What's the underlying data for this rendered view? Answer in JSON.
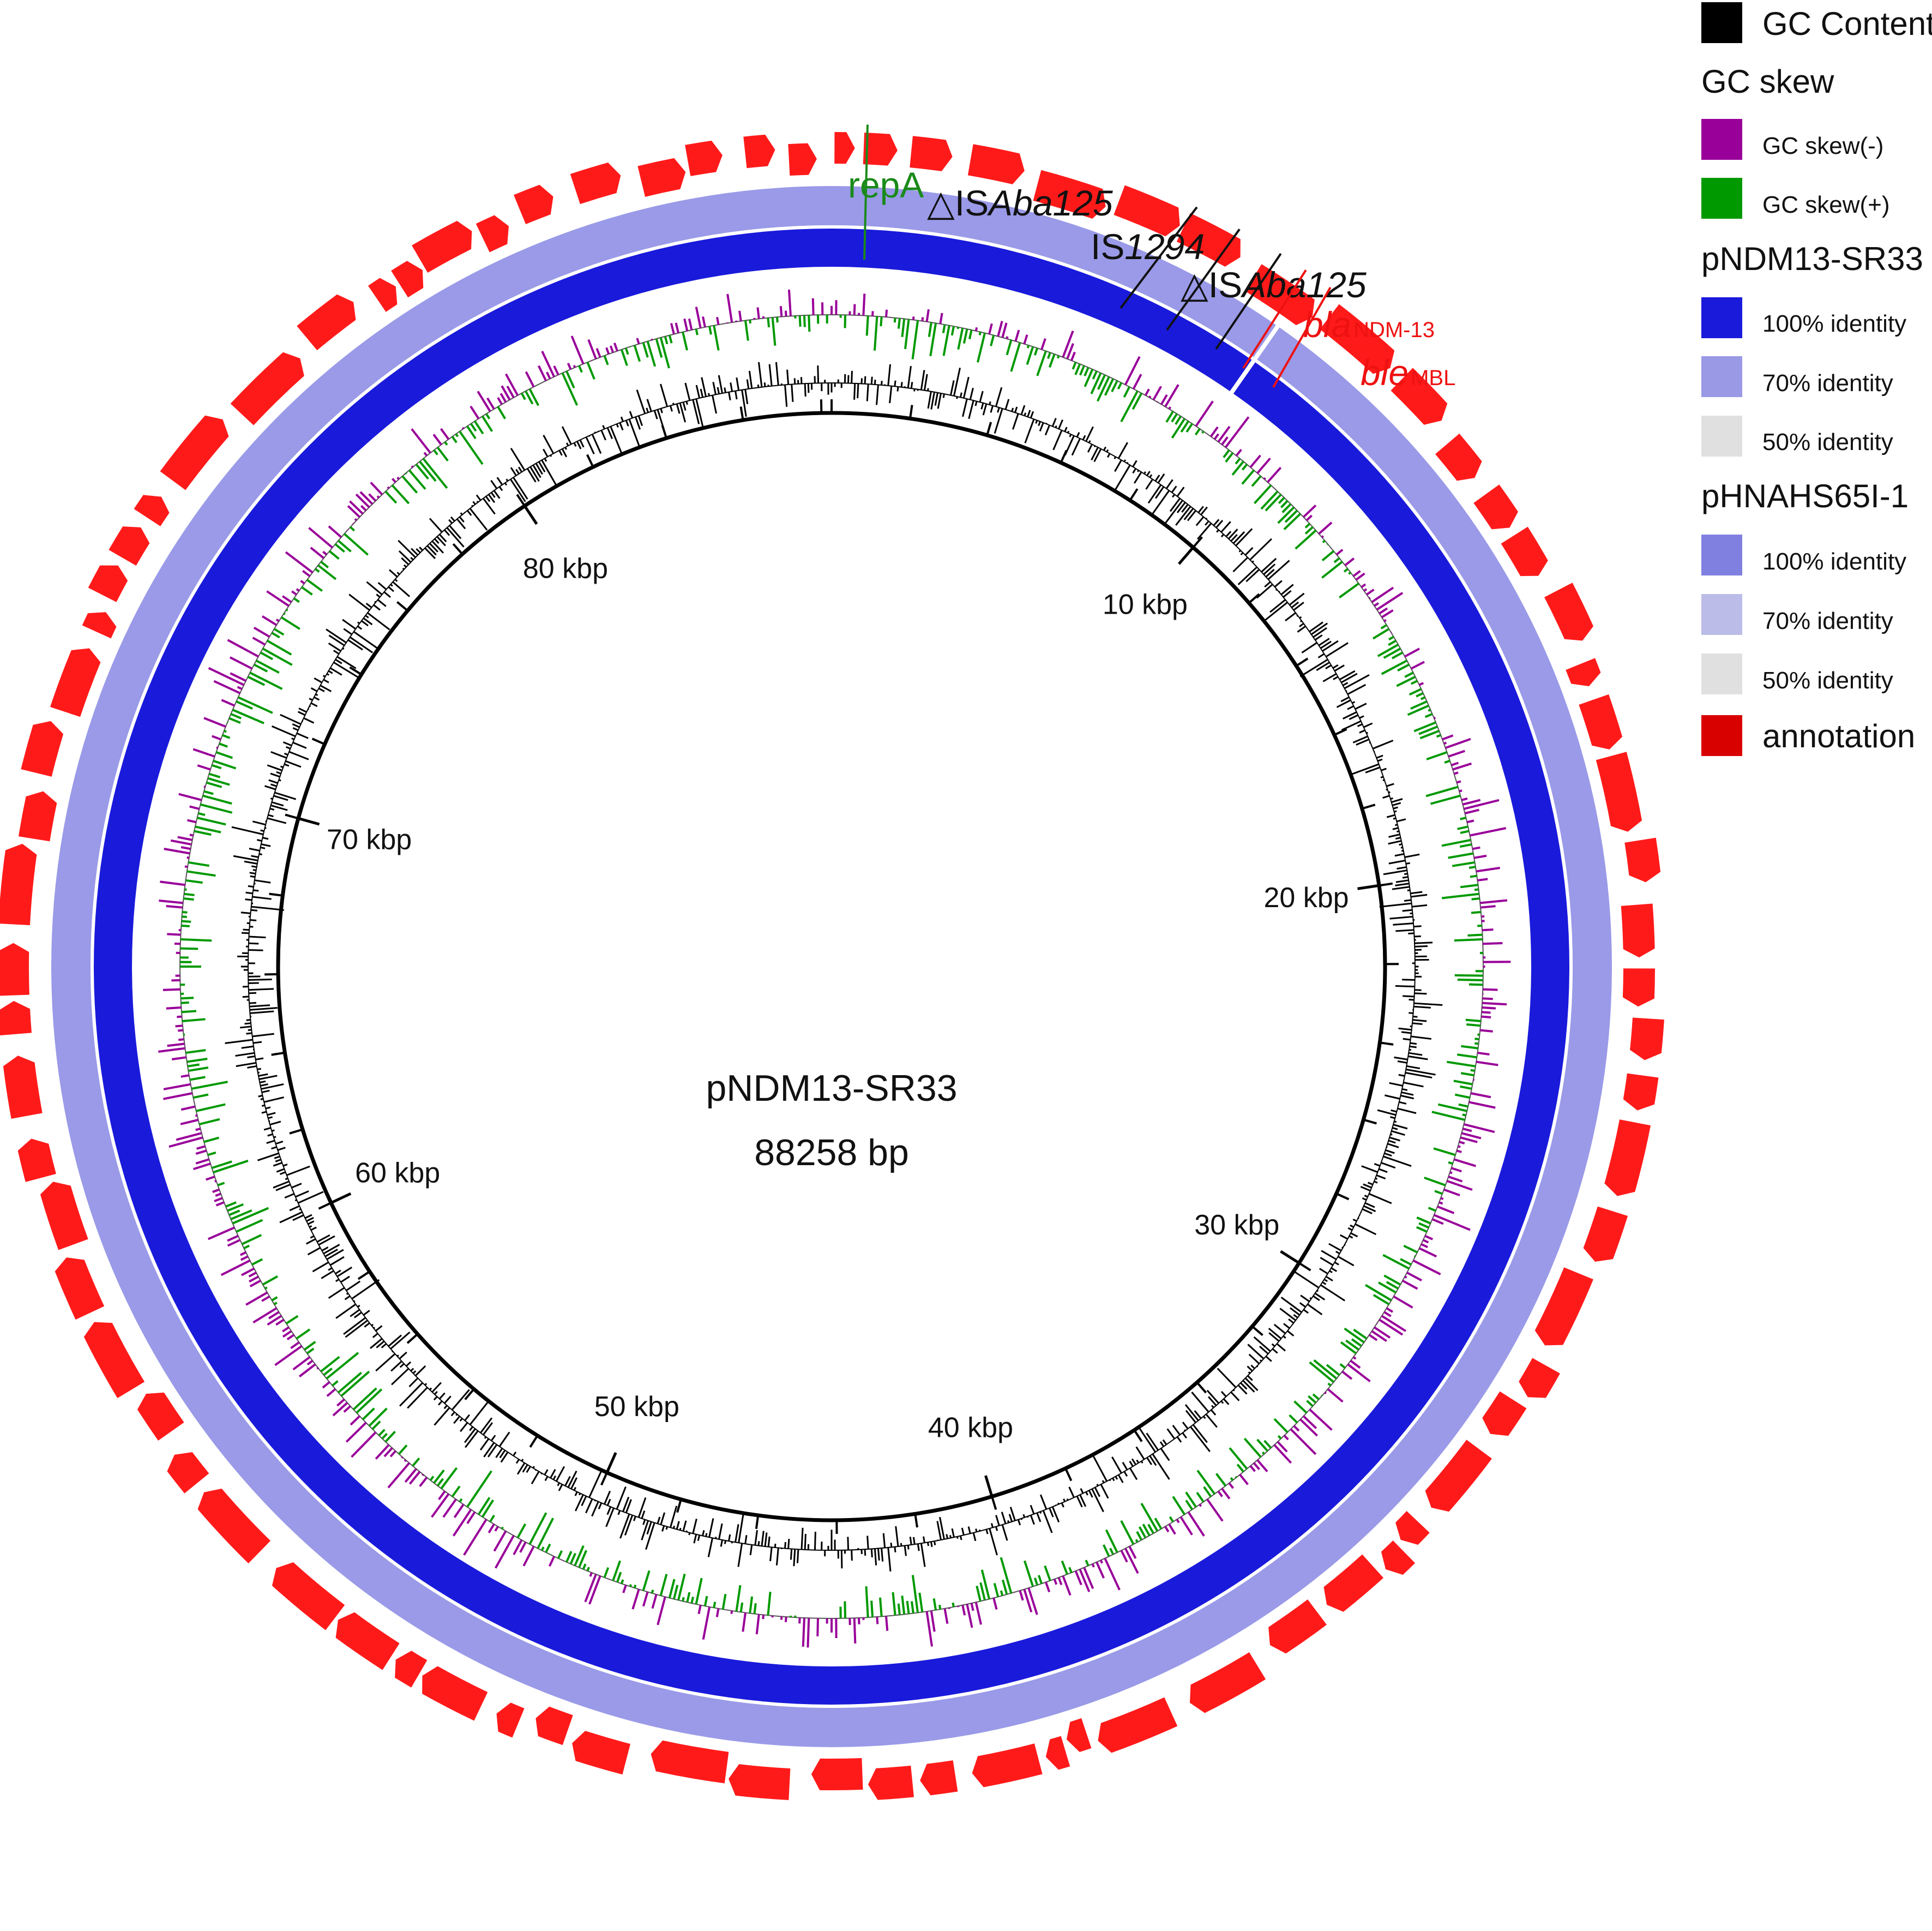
{
  "plasmid": {
    "name": "pNDM13-SR33",
    "length_label": "88258 bp",
    "length_bp": 88258
  },
  "ticks": [
    {
      "kbp": 10,
      "label": "10 kbp"
    },
    {
      "kbp": 20,
      "label": "20 kbp"
    },
    {
      "kbp": 30,
      "label": "30 kbp"
    },
    {
      "kbp": 40,
      "label": "40 kbp"
    },
    {
      "kbp": 50,
      "label": "50 kbp"
    },
    {
      "kbp": 60,
      "label": "60 kbp"
    },
    {
      "kbp": 70,
      "label": "70 kbp"
    },
    {
      "kbp": 80,
      "label": "80 kbp"
    }
  ],
  "gene_labels": [
    {
      "id": "repA",
      "name": "repA",
      "prefix": "",
      "suffix": "",
      "sub": "",
      "color": "#1a8a1a",
      "italic_name": false,
      "pos_kbp": 0.6
    },
    {
      "id": "isaba125-a",
      "name": "Aba125",
      "prefix": "△IS",
      "suffix": "",
      "sub": "",
      "color": "#111111",
      "italic_name": true,
      "pos_kbp": 6.3
    },
    {
      "id": "is1294",
      "name": "1294",
      "prefix": "IS",
      "suffix": "",
      "sub": "",
      "color": "#111111",
      "italic_name": true,
      "pos_kbp": 7.1
    },
    {
      "id": "isaba125-b",
      "name": "Aba125",
      "prefix": "△IS",
      "suffix": "",
      "sub": "",
      "color": "#111111",
      "italic_name": true,
      "pos_kbp": 7.9
    },
    {
      "id": "bla-ndm13",
      "name": "bla",
      "prefix": "",
      "suffix": "",
      "sub": "NDM-13",
      "color": "#ee1111",
      "italic_name": true,
      "pos_kbp": 8.4
    },
    {
      "id": "ble-mbl",
      "name": "ble",
      "prefix": "",
      "suffix": "",
      "sub": "MBL",
      "color": "#ee1111",
      "italic_name": true,
      "pos_kbp": 8.9
    }
  ],
  "legend": {
    "gc_content": {
      "label": "GC Content",
      "color": "#000000"
    },
    "gc_skew": {
      "title": "GC skew",
      "items": [
        {
          "label": "GC skew(-)",
          "color": "#990099"
        },
        {
          "label": "GC skew(+)",
          "color": "#009900"
        }
      ]
    },
    "ring1": {
      "title": "pNDM13-SR33",
      "items": [
        {
          "label": "100% identity",
          "color": "#1a1adb"
        },
        {
          "label": "70% identity",
          "color": "#9999e6"
        },
        {
          "label": "50% identity",
          "color": "#e0e0e0"
        }
      ]
    },
    "ring2": {
      "title": "pHNAHS65I-1",
      "items": [
        {
          "label": "100% identity",
          "color": "#8080e0"
        },
        {
          "label": "70% identity",
          "color": "#bcbce8"
        },
        {
          "label": "50% identity",
          "color": "#e0e0e0"
        }
      ]
    },
    "annotation": {
      "label": "annotation",
      "color": "#d90000"
    }
  },
  "colors": {
    "ring_inner_blue": "#1a1adb",
    "ring_outer_lavender": "#9a9ae8",
    "annotation_red": "#ff1a1a",
    "gc_content": "#000000",
    "gc_skew_neg": "#990099",
    "gc_skew_pos": "#009900"
  }
}
